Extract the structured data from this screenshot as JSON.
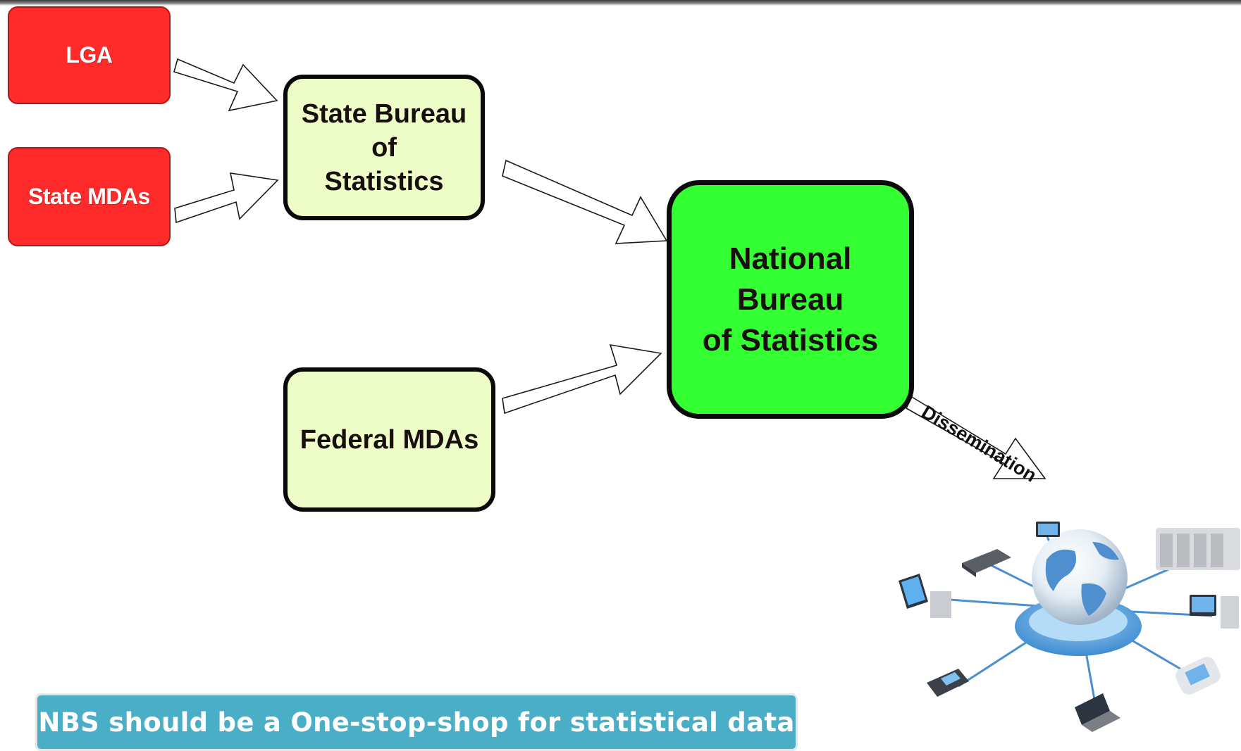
{
  "nodes": {
    "lga": "LGA",
    "state_mdas": "State MDAs",
    "state_bureau": "State Bureau of\nStatistics",
    "federal_mdas": "Federal MDAs",
    "nbs": "National Bureau\nof Statistics"
  },
  "arrow_label": "Dissemination",
  "banner": "NBS should be a One-stop-shop for statistical data",
  "colors": {
    "source_fill": "#ff2b2b",
    "intermediate_fill": "#eefdc8",
    "nbs_fill": "#33ff33",
    "banner_fill": "#4aaec6",
    "globe": "#4f8fd0"
  },
  "illustration": "network-globe-icon"
}
